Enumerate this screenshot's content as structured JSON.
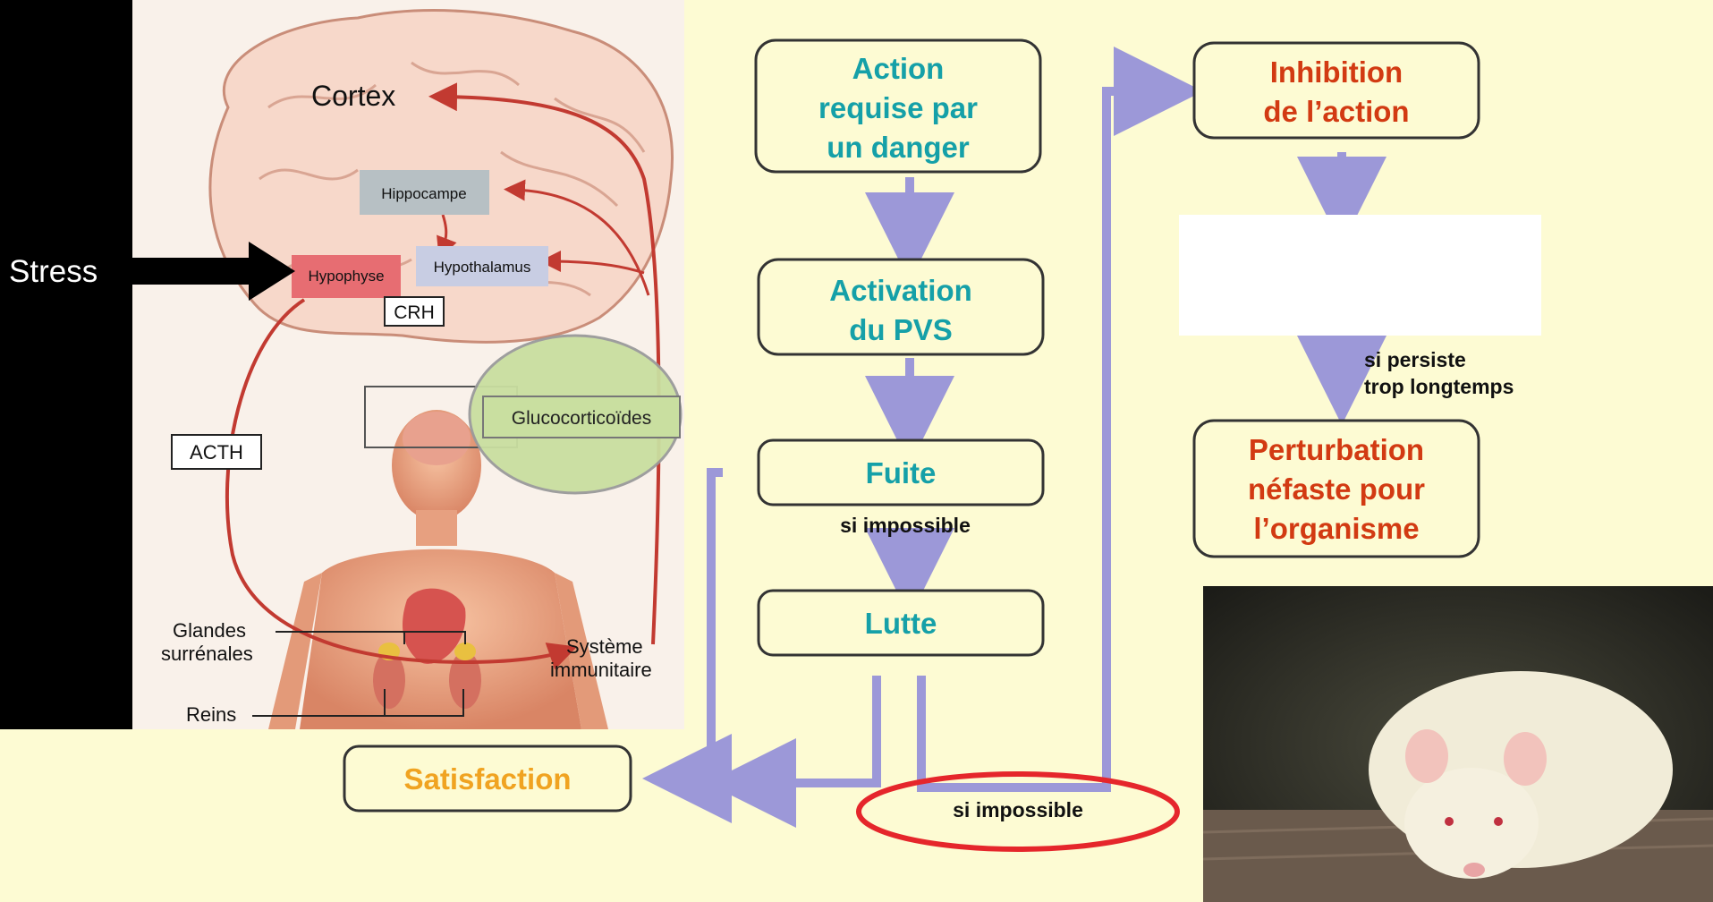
{
  "left_panel": {
    "stress_label": "Stress",
    "cortex_label": "Cortex",
    "hippocampe_label": "Hippocampe",
    "hypothalamus_label": "Hypothalamus",
    "hypophyse_label": "Hypophyse",
    "crh_label": "CRH",
    "acth_label": "ACTH",
    "glucocorticoides_label": "Glucocorticoïdes",
    "glandes_label_1": "Glandes",
    "glandes_label_2": "surrénales",
    "reins_label": "Reins",
    "systeme_label_1": "Système",
    "systeme_label_2": "immunitaire"
  },
  "flow": {
    "action_lines": [
      "Action",
      "requise par",
      "un danger"
    ],
    "activation_lines": [
      "Activation",
      "du PVS"
    ],
    "fuite_label": "Fuite",
    "si_impossible_1": "si impossible",
    "lutte_label": "Lutte",
    "satisfaction_label": "Satisfaction",
    "si_impossible_2": "si impossible",
    "inhibition_lines": [
      "Inhibition",
      "de l’action"
    ],
    "si_persiste_lines": [
      "si persiste",
      "trop longtemps"
    ],
    "perturbation_lines": [
      "Perturbation",
      "néfaste pour",
      "l’organisme"
    ]
  },
  "colors": {
    "background": "#fdfbd3",
    "arrow": "#9c98d8",
    "teal_text": "#15a0a8",
    "red_text": "#d23a12",
    "orange_text": "#f0a321",
    "highlight_ellipse": "#e5262b",
    "green_highlight": "#c9dfa0"
  }
}
